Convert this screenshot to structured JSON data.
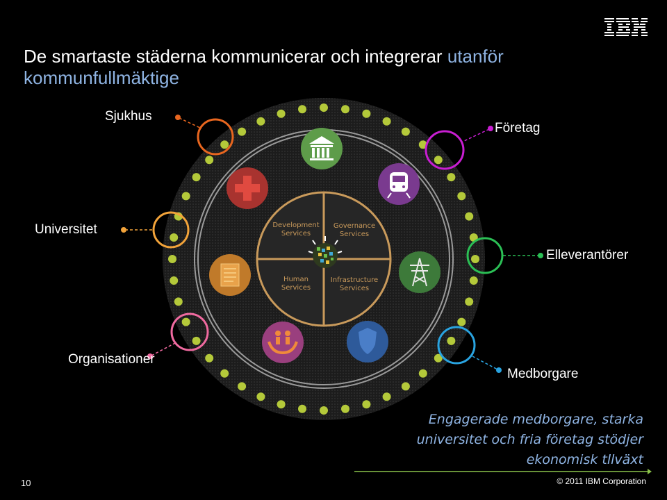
{
  "title": {
    "part1": "De smartaste städerna kommunicerar och integrerar ",
    "part2": "utanför kommunfullmäktige"
  },
  "nodes": {
    "sjukhus": "Sjukhus",
    "foretag": "Företag",
    "universitet": "Universitet",
    "elleverantorer": "Elleverantörer",
    "organisationer": "Organisationer",
    "medborgare": "Medborgare"
  },
  "services": {
    "development": [
      "Development",
      "Services"
    ],
    "governance": [
      "Governance",
      "Services"
    ],
    "human": [
      "Human",
      "Services"
    ],
    "infrastructure": [
      "Infrastructure",
      "Services"
    ]
  },
  "quote": {
    "line1": "Engagerade medborgare, starka",
    "line2": "universitet och fria företag stödjer",
    "line3": "ekonomisk tllväxt"
  },
  "footer": {
    "page_number": "10",
    "copyright": "© 2011 IBM Corporation"
  },
  "logo": "IBM",
  "colors": {
    "background": "#000000",
    "title_accent": "#8fb4e3",
    "sjukhus": "#e8661f",
    "foretag": "#c81ed2",
    "universitet": "#f2a33a",
    "elleverantorer": "#2bbf55",
    "organisationer": "#f06aa0",
    "medborgare": "#29a3e0",
    "dot": "#b4c93a",
    "service_text": "#c99a5b"
  },
  "icons": [
    "medical-cross-icon",
    "government-building-icon",
    "train-icon",
    "document-icon",
    "power-tower-icon",
    "family-hands-icon",
    "police-shield-icon"
  ]
}
